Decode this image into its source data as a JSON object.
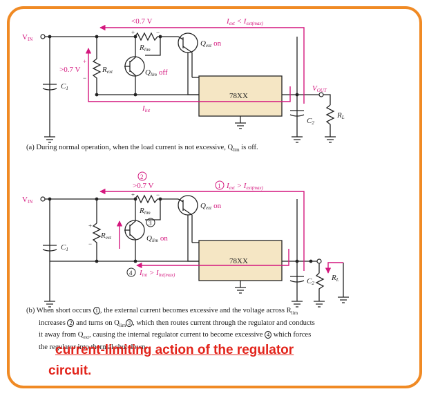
{
  "diagram_a": {
    "vin": "V",
    "vin_sub": "IN",
    "v_rlim": "<0.7 V",
    "i_ext": "I",
    "i_ext_sub": "ext",
    "i_ext_lt": " < I",
    "i_ext_max_sub": "ext(max)",
    "rlim": "R",
    "rlim_sub": "lim",
    "qext": "Q",
    "qext_sub": "ext",
    "qext_state": "on",
    "v_rext": ">0.7 V",
    "rext": "R",
    "rext_sub": "ext",
    "qlim": "Q",
    "qlim_sub": "lim",
    "qlim_state": "off",
    "c1": "C",
    "c1_sub": "1",
    "i_int": "I",
    "i_int_sub": "int",
    "reg": "78XX",
    "vout": "V",
    "vout_sub": "OUT",
    "c2": "C",
    "c2_sub": "2",
    "rl": "R",
    "rl_sub": "L",
    "caption": "(a) During normal operation, when the load current is not excessive, Q",
    "caption_sub": "lim",
    "caption_end": " is off."
  },
  "diagram_b": {
    "n2": "2",
    "v_rlim": ">0.7 V",
    "n1": "1",
    "i_ext": "I",
    "i_ext_sub": "ext",
    "i_ext_gt": " > I",
    "i_ext_max_sub": "ext(max)",
    "vin": "V",
    "vin_sub": "IN",
    "rlim": "R",
    "rlim_sub": "lim",
    "qext": "Q",
    "qext_sub": "ext",
    "qext_state": "on",
    "n3": "3",
    "rext": "R",
    "rext_sub": "ext",
    "qlim": "Q",
    "qlim_sub": "lim",
    "qlim_state": "on",
    "c1": "C",
    "c1_sub": "1",
    "reg": "78XX",
    "n4": "4",
    "i_int": "I",
    "i_int_sub": "int",
    "i_int_gt": " > I",
    "i_int_max_sub": "int(max)",
    "c2": "C",
    "c2_sub": "2",
    "rl": "R",
    "rl_sub": "L",
    "cap_l1_a": "(b) When short occurs ",
    "cap_l1_n1": "1",
    "cap_l1_b": ", the external current becomes excessive and the voltage across R",
    "cap_l1_sub": "lim",
    "cap_l2_a": "increases ",
    "cap_l2_n2": "2",
    "cap_l2_b": " and turns on Q",
    "cap_l2_sub": "lim",
    "cap_l2_n3": "3",
    "cap_l2_c": ", which then routes current through the regulator and conducts",
    "cap_l3_a": "it away from Q",
    "cap_l3_sub": "ext",
    "cap_l3_b": ", causing the internal regulator current to become excessive ",
    "cap_l3_n4": "4",
    "cap_l3_c": " which forces",
    "cap_l4": "the regulator into thermal shut down."
  },
  "title": {
    "line1": "current-limiting action of the regulator",
    "line2": "circuit."
  },
  "colors": {
    "frame": "#f08a24",
    "magenta": "#d4177e",
    "title": "#e2231a",
    "regulator": "#f5e6c4"
  }
}
